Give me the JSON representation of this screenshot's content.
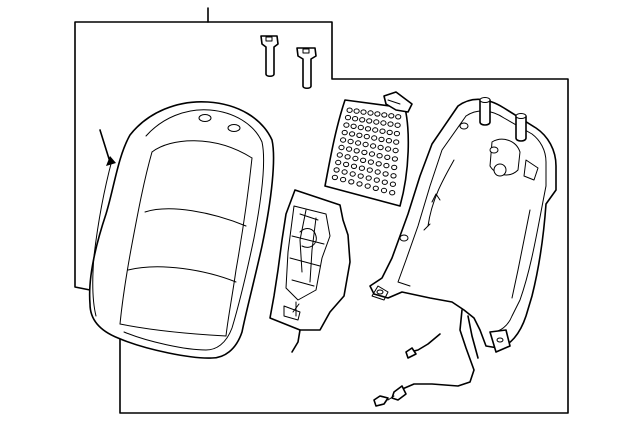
{
  "diagram": {
    "background": "#ffffff",
    "line_color": "#000000",
    "parts": [
      "seat-back-cover-assembly",
      "headrest-guide-left",
      "headrest-guide-right",
      "seat-heater-pad",
      "lumbar-support-assembly",
      "seat-back-frame-assembly"
    ]
  }
}
